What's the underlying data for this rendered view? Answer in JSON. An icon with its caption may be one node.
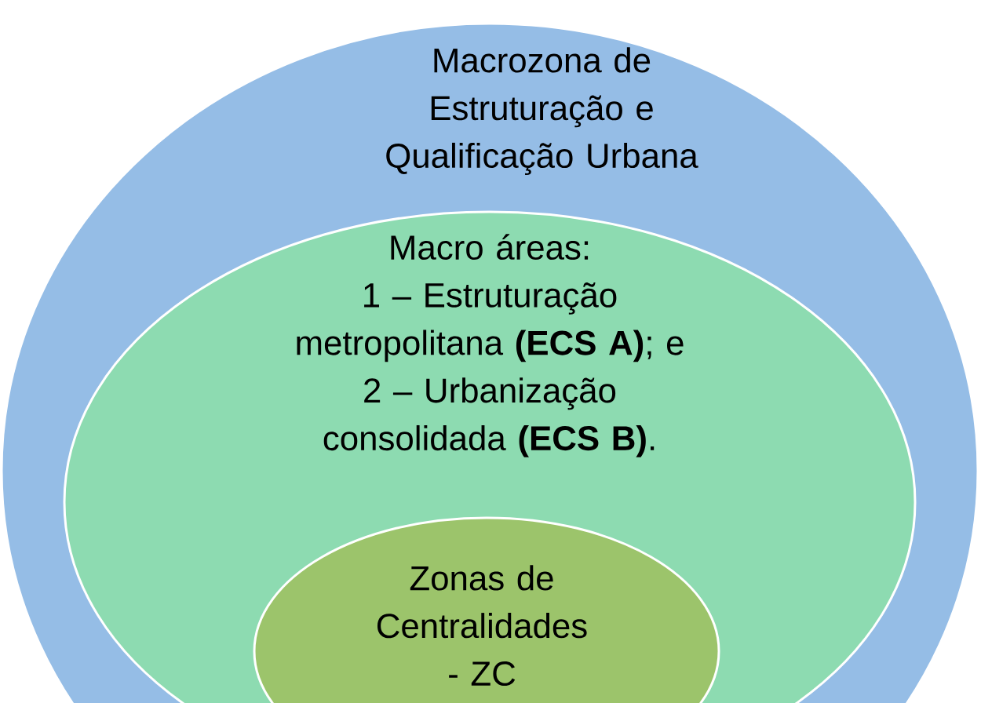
{
  "diagram": {
    "nodes": [
      {
        "text": [
          "Macrozona de Estruturação e Qualificação Urbana"
        ]
      },
      {
        "text": [
          "Macro áreas:",
          "1 – Estruturação metropolitana **(ECS A)**; e",
          "2 – Urbanização consolidada **(ECS B)**."
        ],
        "in": 0
      },
      {
        "text": [
          "Zonas de Centralidades - ZC"
        ],
        "in": 1
      }
    ]
  }
}
